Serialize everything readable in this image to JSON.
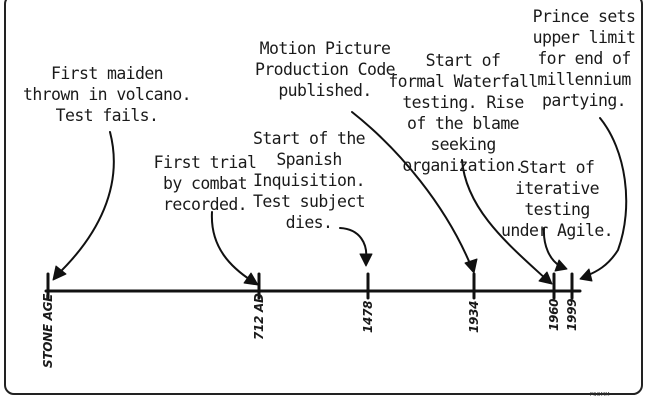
{
  "annotations": {
    "maiden": [
      "First maiden",
      "thrown in volcano.",
      "Test fails."
    ],
    "combat": [
      "First trial",
      "by combat",
      "recorded."
    ],
    "inquisition": [
      "Start of the",
      "Spanish",
      "Inquisition.",
      "Test subject",
      "dies."
    ],
    "motion_picture": [
      "Motion Picture",
      "Production Code",
      "published."
    ],
    "waterfall": [
      "Start of",
      "formal Waterfall",
      "testing. Rise",
      "of the blame seeking",
      "organization."
    ],
    "agile": [
      "Start of",
      "iterative testing",
      "under Agile."
    ],
    "prince": [
      "Prince sets",
      "upper limit",
      "for end of",
      "millennium",
      "partying."
    ]
  },
  "ticks": {
    "stone_age": "STONE AGE",
    "ad712": "712 AD",
    "y1478": "1478",
    "y1934": "1934",
    "y1960": "1960",
    "y1999": "1999"
  },
  "signature": "PSOMM"
}
